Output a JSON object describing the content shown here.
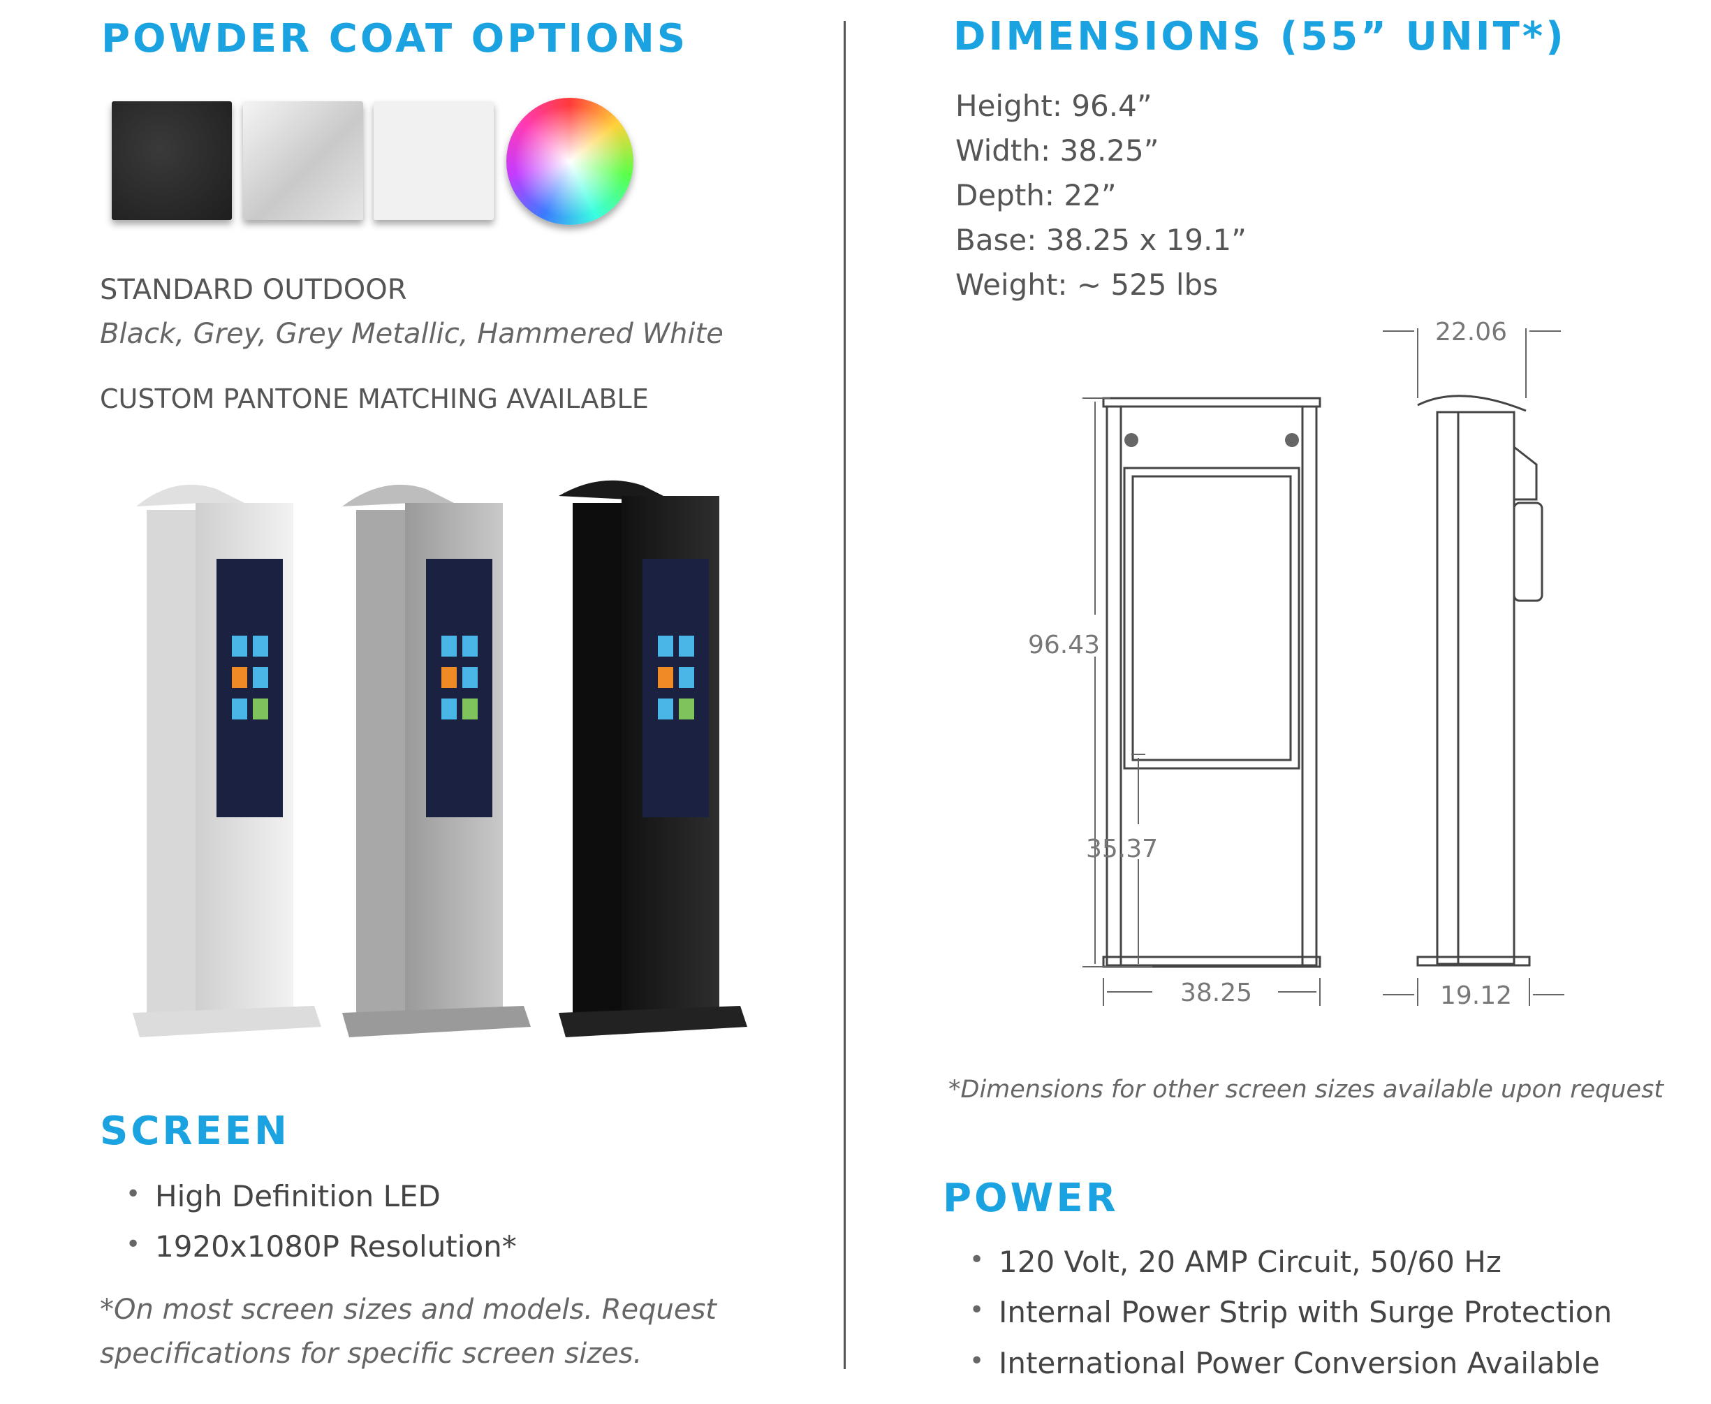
{
  "powder_coat": {
    "heading": "POWDER COAT OPTIONS",
    "swatches": [
      "black",
      "grey",
      "white",
      "custom-color"
    ],
    "swatch_colors": {
      "black": "#2b2b2b",
      "grey": "#d0d0d0",
      "white": "#efefef"
    },
    "standard_label": "STANDARD OUTDOOR",
    "standard_colors": "Black, Grey, Grey Metallic, Hammered White",
    "custom_label": "CUSTOM PANTONE MATCHING AVAILABLE"
  },
  "screen": {
    "heading": "SCREEN",
    "bullets": [
      "High Definition LED",
      "1920x1080P Resolution*"
    ],
    "footnote_line1": "*On most screen sizes and models. Request",
    "footnote_line2": "specifications for specific screen sizes."
  },
  "dimensions": {
    "heading": "DIMENSIONS (55” UNIT*)",
    "specs": [
      "Height: 96.4”",
      "Width: 38.25”",
      "Depth: 22”",
      "Base: 38.25 x 19.1”",
      "Weight: ~ 525 lbs"
    ],
    "drawing": {
      "height": "96.43",
      "screen_bottom": "35.37",
      "width": "38.25",
      "depth_top": "22.06",
      "depth_base": "19.12"
    },
    "footnote": "*Dimensions for other screen sizes available upon request"
  },
  "power": {
    "heading": "POWER",
    "bullets": [
      "120 Volt, 20 AMP Circuit, 50/60 Hz",
      "Internal Power Strip with Surge Protection",
      "International Power Conversion Available"
    ]
  },
  "colors": {
    "accent": "#1aa3e0",
    "text": "#555555"
  }
}
